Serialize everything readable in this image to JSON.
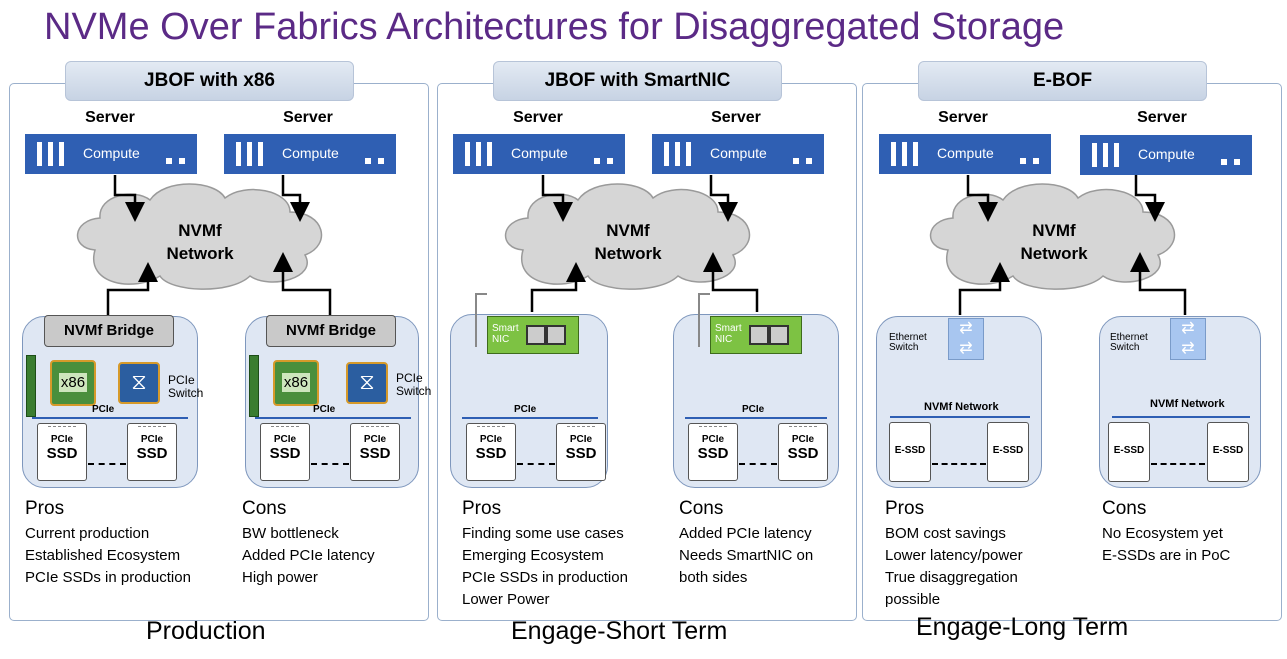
{
  "title": "NVMe Over Fabrics Architectures for Disaggregated Storage",
  "colors": {
    "title": "#5b2a86",
    "server": "#2f5fb3",
    "panel_border": "#9bb0cc",
    "box_fill": "#dfe7f3"
  },
  "common": {
    "server_label": "Server",
    "compute": "Compute",
    "network": [
      "NVMf",
      "Network"
    ],
    "pcie": "PCIe",
    "ssd_top": "PCIe",
    "ssd_bottom": "SSD",
    "essd": "E-SSD",
    "nvmf_network": "NVMf Network",
    "ethernet_switch": [
      "Ethernet",
      "Switch"
    ],
    "bridge": "NVMf Bridge",
    "x86": "x86",
    "pcie_switch": [
      "PCIe",
      "Switch"
    ],
    "smartnic": [
      "Smart",
      "NIC"
    ]
  },
  "panels": [
    {
      "header": "JBOF with x86",
      "pros_title": "Pros",
      "pros": [
        "Current production",
        "Established Ecosystem",
        "PCIe SSDs in production"
      ],
      "cons_title": "Cons",
      "cons": [
        "BW bottleneck",
        "Added PCIe latency",
        "High power"
      ],
      "footer": "Production"
    },
    {
      "header": "JBOF with SmartNIC",
      "pros_title": "Pros",
      "pros": [
        "Finding some use cases",
        "Emerging Ecosystem",
        "PCIe SSDs in production",
        "Lower Power"
      ],
      "cons_title": "Cons",
      "cons": [
        "Added PCIe latency",
        "Needs SmartNIC on",
        "both sides"
      ],
      "footer": "Engage-Short Term"
    },
    {
      "header": "E-BOF",
      "pros_title": "Pros",
      "pros": [
        "BOM cost savings",
        "Lower latency/power",
        "True disaggregation",
        "possible"
      ],
      "cons_title": "Cons",
      "cons": [
        "No Ecosystem yet",
        "E-SSDs are in PoC"
      ],
      "footer": "Engage-Long Term"
    }
  ]
}
